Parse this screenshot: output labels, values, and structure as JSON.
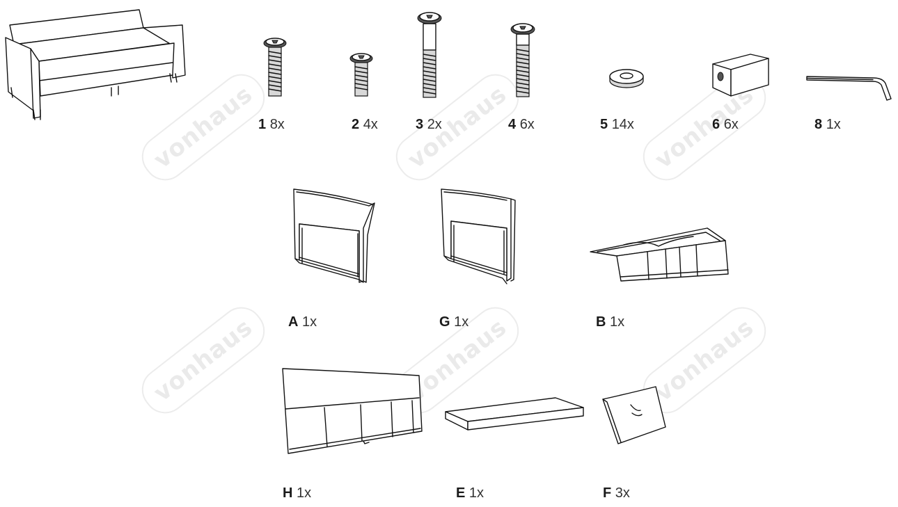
{
  "watermark": {
    "text": "vonhaus"
  },
  "hardware": [
    {
      "code": "1",
      "qty": "8x"
    },
    {
      "code": "2",
      "qty": "4x"
    },
    {
      "code": "3",
      "qty": "2x"
    },
    {
      "code": "4",
      "qty": "6x"
    },
    {
      "code": "5",
      "qty": "14x"
    },
    {
      "code": "6",
      "qty": "6x"
    },
    {
      "code": "8",
      "qty": "1x"
    }
  ],
  "panels": [
    {
      "code": "A",
      "qty": "1x"
    },
    {
      "code": "G",
      "qty": "1x"
    },
    {
      "code": "B",
      "qty": "1x"
    },
    {
      "code": "H",
      "qty": "1x"
    },
    {
      "code": "E",
      "qty": "1x"
    },
    {
      "code": "F",
      "qty": "3x"
    }
  ]
}
